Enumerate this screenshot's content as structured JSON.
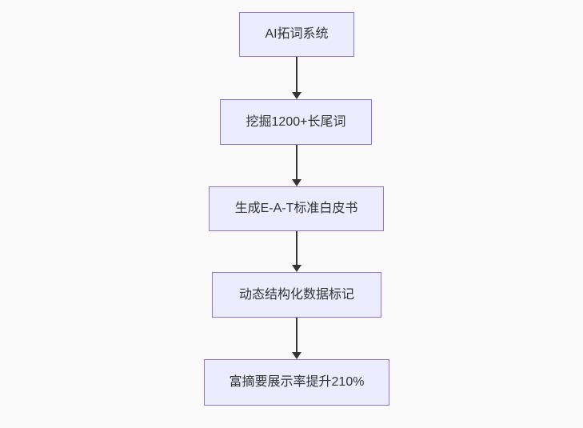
{
  "diagram": {
    "type": "flowchart",
    "direction": "top-down",
    "nodes": [
      {
        "id": "node-1",
        "label": "AI拓词系统"
      },
      {
        "id": "node-2",
        "label": "挖掘1200+长尾词"
      },
      {
        "id": "node-3",
        "label": "生成E-A-T标准白皮书"
      },
      {
        "id": "node-4",
        "label": "动态结构化数据标记"
      },
      {
        "id": "node-5",
        "label": "富摘要展示率提升210%"
      }
    ],
    "edges": [
      {
        "from": "node-1",
        "to": "node-2"
      },
      {
        "from": "node-2",
        "to": "node-3"
      },
      {
        "from": "node-3",
        "to": "node-4"
      },
      {
        "from": "node-4",
        "to": "node-5"
      }
    ]
  },
  "colors": {
    "background": "#fafafa",
    "node_fill": "#ececff",
    "node_border": "#9370db",
    "arrow": "#333333",
    "text": "#333333"
  }
}
